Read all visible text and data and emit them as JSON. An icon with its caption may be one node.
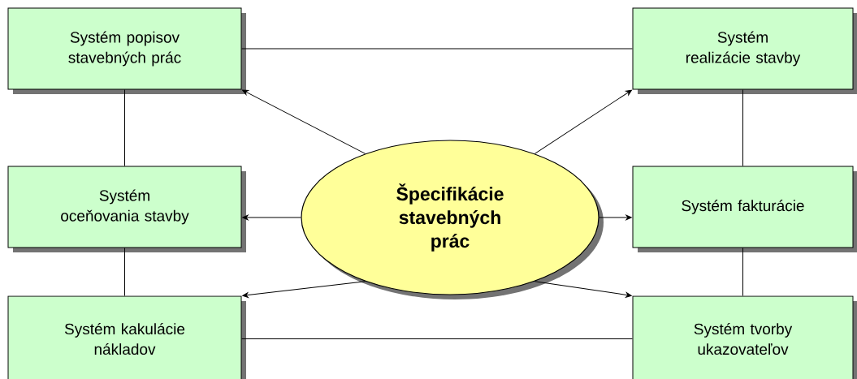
{
  "diagram": {
    "nodes": [
      {
        "text": [
          "Systém popisov stavebných prác"
        ]
      },
      {
        "text": [
          "Systém realizácie stavby"
        ]
      },
      {
        "text": [
          "Systém oceňovania stavby"
        ]
      },
      {
        "text": [
          "Špecifikácie stavebných prác"
        ]
      },
      {
        "text": [
          "Systém fakturácie"
        ]
      },
      {
        "text": [
          "Systém kakulácie nákladov"
        ]
      },
      {
        "text": [
          "Systém tvorby ukazovateľov"
        ]
      }
    ],
    "edges": [
      {
        "from": 3,
        "to": 0,
        "arrow": "to"
      },
      {
        "from": 3,
        "to": 1,
        "arrow": "to"
      },
      {
        "from": 3,
        "to": 2,
        "arrow": "to"
      },
      {
        "from": 3,
        "to": 4,
        "arrow": "to"
      },
      {
        "from": 3,
        "to": 5,
        "arrow": "to"
      },
      {
        "from": 3,
        "to": 6,
        "arrow": "to"
      },
      {
        "from": 0,
        "to": 1,
        "arrow": "none"
      },
      {
        "from": 0,
        "to": 2,
        "arrow": "none"
      },
      {
        "from": 2,
        "to": 5,
        "arrow": "none"
      },
      {
        "from": 5,
        "to": 6,
        "arrow": "none"
      },
      {
        "from": 1,
        "to": 4,
        "arrow": "none"
      },
      {
        "from": 4,
        "to": 6,
        "arrow": "none"
      }
    ]
  }
}
